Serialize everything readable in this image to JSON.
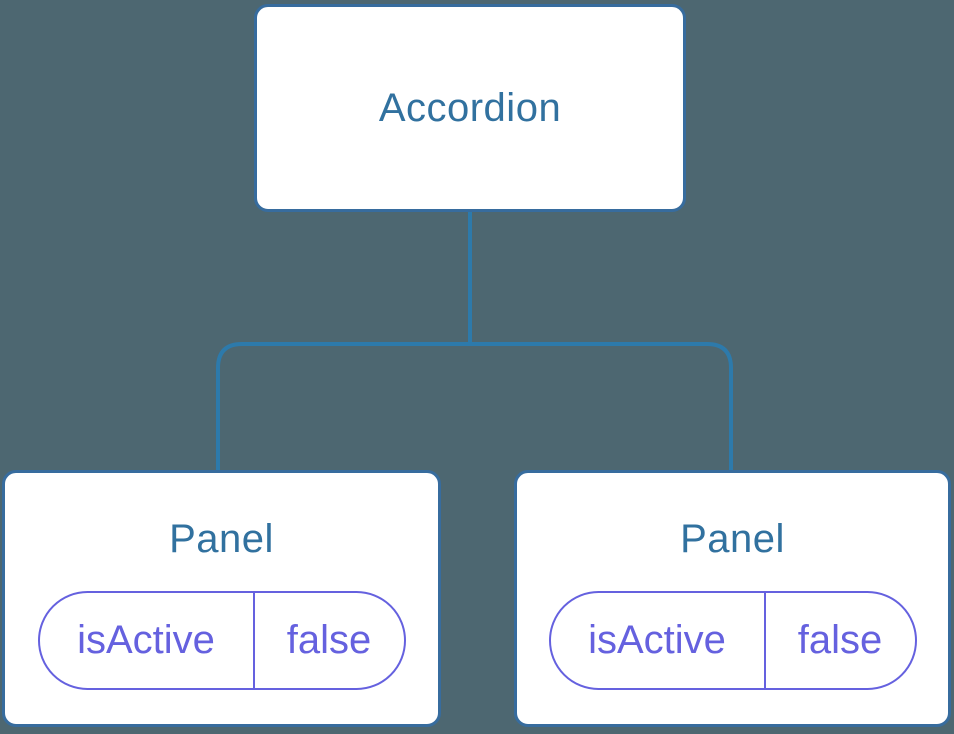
{
  "colors": {
    "background": "#4d6771",
    "node_background": "#ffffff",
    "node_border": "#376c9e",
    "node_label": "#31719f",
    "connector_line": "#2d7aab",
    "state_accent": "#6561df"
  },
  "tree": {
    "root": {
      "label": "Accordion"
    },
    "children": [
      {
        "label": "Panel",
        "state": {
          "name": "isActive",
          "value": "false"
        }
      },
      {
        "label": "Panel",
        "state": {
          "name": "isActive",
          "value": "false"
        }
      }
    ]
  }
}
